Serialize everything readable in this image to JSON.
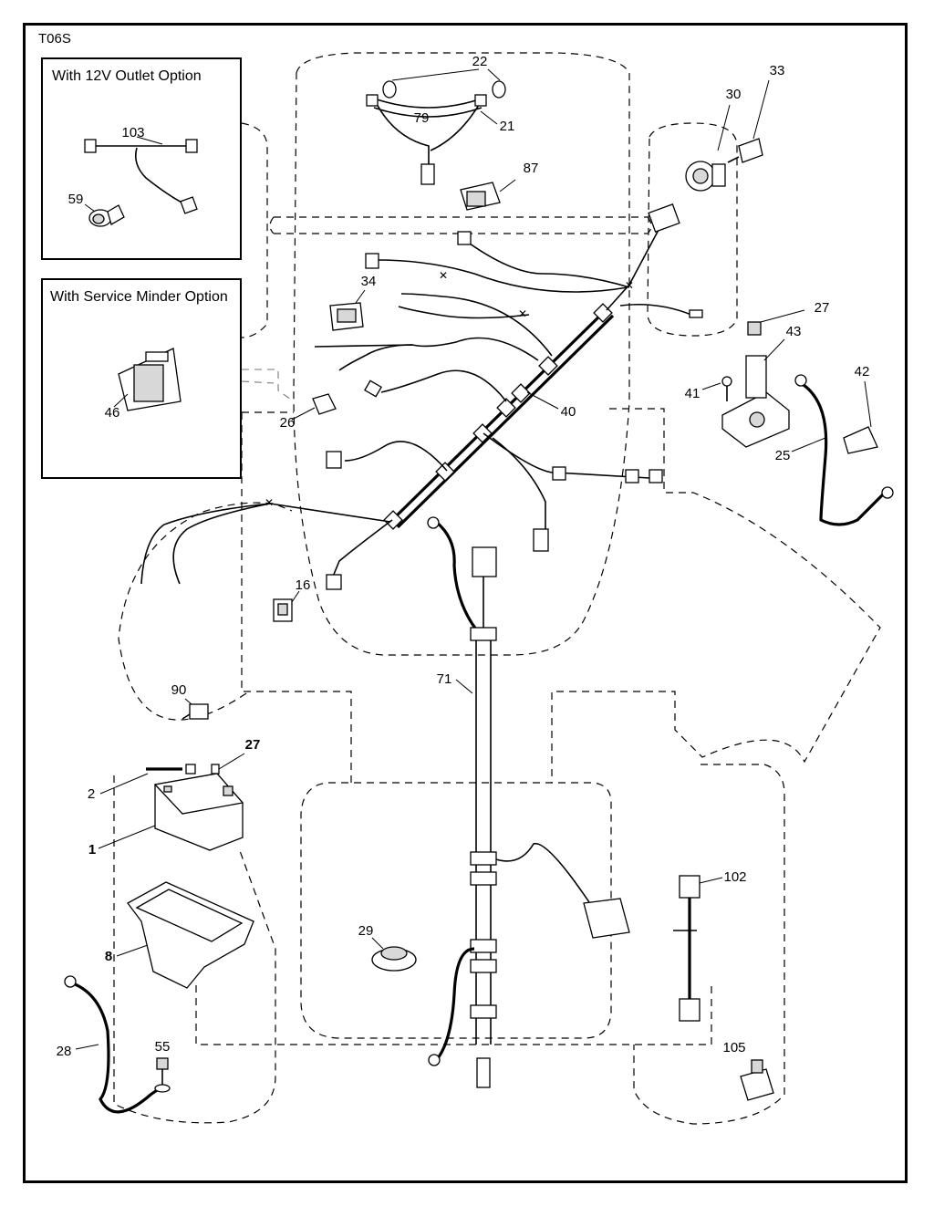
{
  "diagram_code": "T06S",
  "option_boxes": [
    {
      "title": "With 12V Outlet Option"
    },
    {
      "title": "With Service Minder Option"
    }
  ],
  "callouts": {
    "p1": "1",
    "p2": "2",
    "p8": "8",
    "p16": "16",
    "p21": "21",
    "p22": "22",
    "p25": "25",
    "p26": "26",
    "p27a": "27",
    "p27b": "27",
    "p28": "28",
    "p29": "29",
    "p30": "30",
    "p33": "33",
    "p34": "34",
    "p40": "40",
    "p41": "41",
    "p42": "42",
    "p43": "43",
    "p46": "46",
    "p55": "55",
    "p59": "59",
    "p71": "71",
    "p79": "79",
    "p87": "87",
    "p90": "90",
    "p102": "102",
    "p103": "103",
    "p105": "105"
  }
}
